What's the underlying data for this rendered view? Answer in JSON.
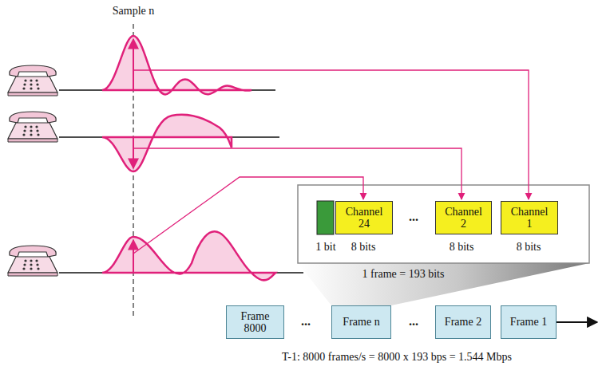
{
  "diagram": {
    "caption": "T-1: 8000 frames/s = 8000 x 193 bps = 1.544 Mbps",
    "nodes": [
      {
        "text": [
          "Channel 24"
        ]
      },
      {
        "text": [
          "Channel 2"
        ]
      },
      {
        "text": [
          "Channel 1"
        ]
      },
      {
        "text": [
          "Frame 8000"
        ]
      },
      {
        "text": [
          "Frame n"
        ]
      },
      {
        "text": [
          "Frame 2"
        ]
      },
      {
        "text": [
          "Frame 1"
        ]
      }
    ],
    "labels": [
      "Sample n",
      "...",
      "1 bit",
      "8 bits",
      "8 bits",
      "8 bits",
      "1 frame = 193 bits",
      "...",
      "..."
    ]
  }
}
